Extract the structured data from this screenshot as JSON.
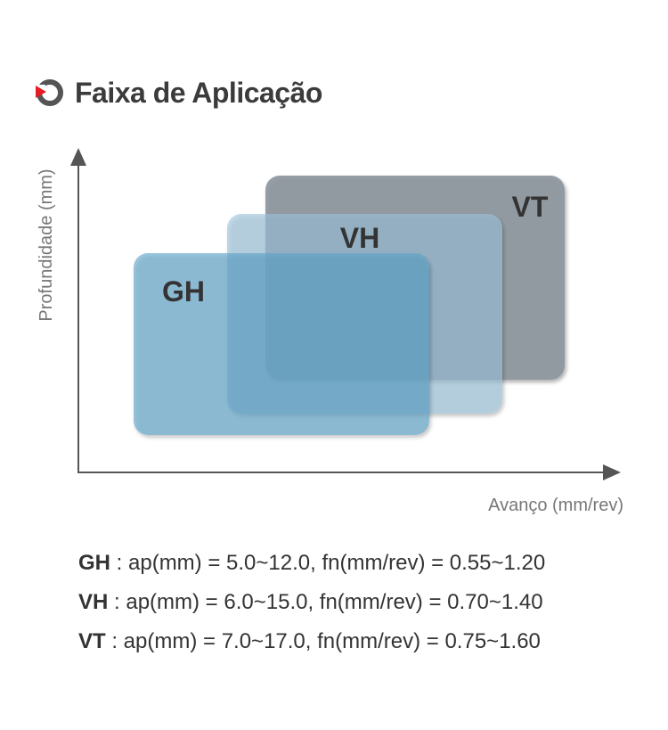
{
  "header": {
    "title": "Faixa de Aplicação",
    "icon": "refresh-icon",
    "icon_accent": "#e51c23"
  },
  "diagram": {
    "y_axis_label": "Profundidade (mm)",
    "x_axis_label": "Avanço (mm/rev)",
    "regions": [
      {
        "name": "VT",
        "color": "#8a939b"
      },
      {
        "name": "VH",
        "color": "#9cc3db"
      },
      {
        "name": "GH",
        "color": "#5fa5c9"
      }
    ]
  },
  "specs": [
    {
      "code": "GH",
      "text": " : ap(mm) = 5.0~12.0, fn(mm/rev) = 0.55~1.20"
    },
    {
      "code": "VH",
      "text": " : ap(mm) = 6.0~15.0, fn(mm/rev) = 0.70~1.40"
    },
    {
      "code": "VT",
      "text": " : ap(mm) = 7.0~17.0, fn(mm/rev) = 0.75~1.60"
    }
  ]
}
